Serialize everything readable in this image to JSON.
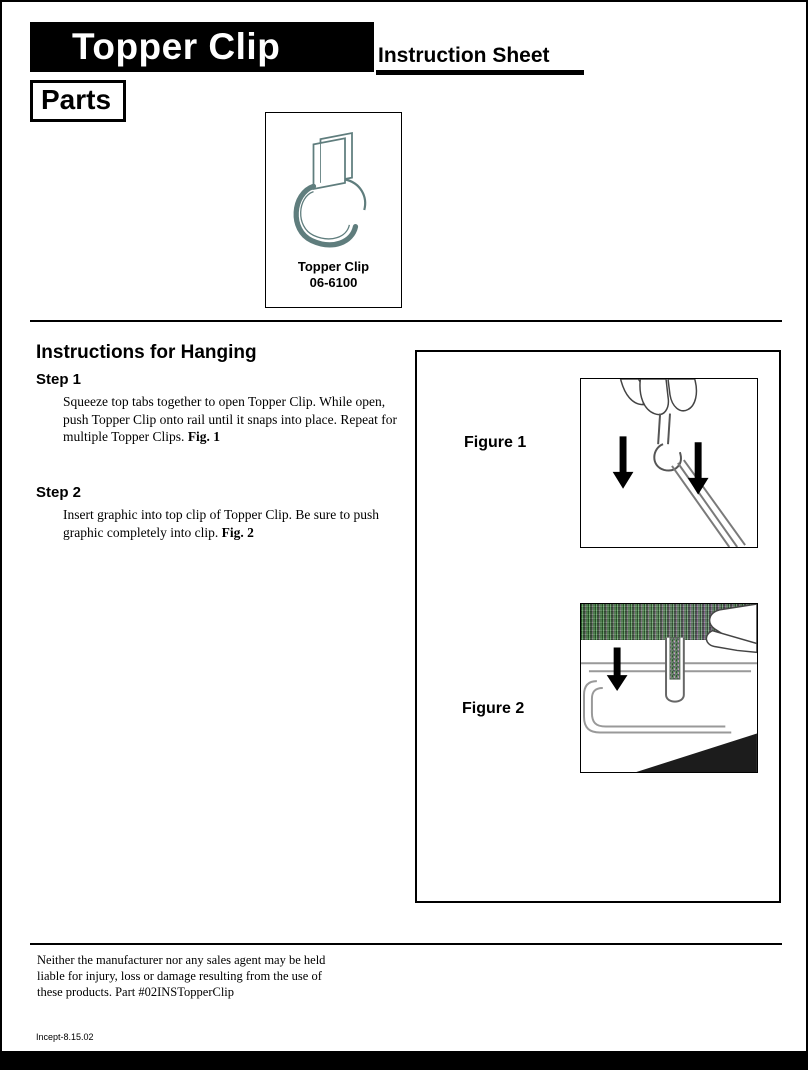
{
  "header": {
    "title": "Topper Clip",
    "subtitle": "Instruction Sheet",
    "parts_label": "Parts"
  },
  "parts_box": {
    "caption_name": "Topper Clip",
    "caption_number": "06-6100"
  },
  "instructions": {
    "heading": "Instructions for Hanging",
    "steps": [
      {
        "label": "Step 1",
        "text": "Squeeze top tabs together to open Topper Clip. While open, push Topper Clip onto rail until it snaps into place. Repeat for multiple Topper Clips.",
        "fig_ref": "Fig. 1"
      },
      {
        "label": "Step 2",
        "text": "Insert graphic into top clip of Topper Clip. Be sure to push graphic completely into clip.",
        "fig_ref": "Fig. 2"
      }
    ]
  },
  "figures": [
    {
      "label": "Figure 1"
    },
    {
      "label": "Figure 2"
    }
  ],
  "footer": {
    "disclaimer_lines": [
      "Neither the manufacturer nor any sales agent may be held",
      "liable for injury, loss or damage resulting from the use of",
      "these products. Part #02INSTopperClip"
    ],
    "revision_code": "Incept-8.15.02"
  },
  "colors": {
    "ink": "#000000",
    "line_art": "#5f7d7d",
    "banner_bg": "#000000",
    "banner_text": "#ffffff"
  }
}
